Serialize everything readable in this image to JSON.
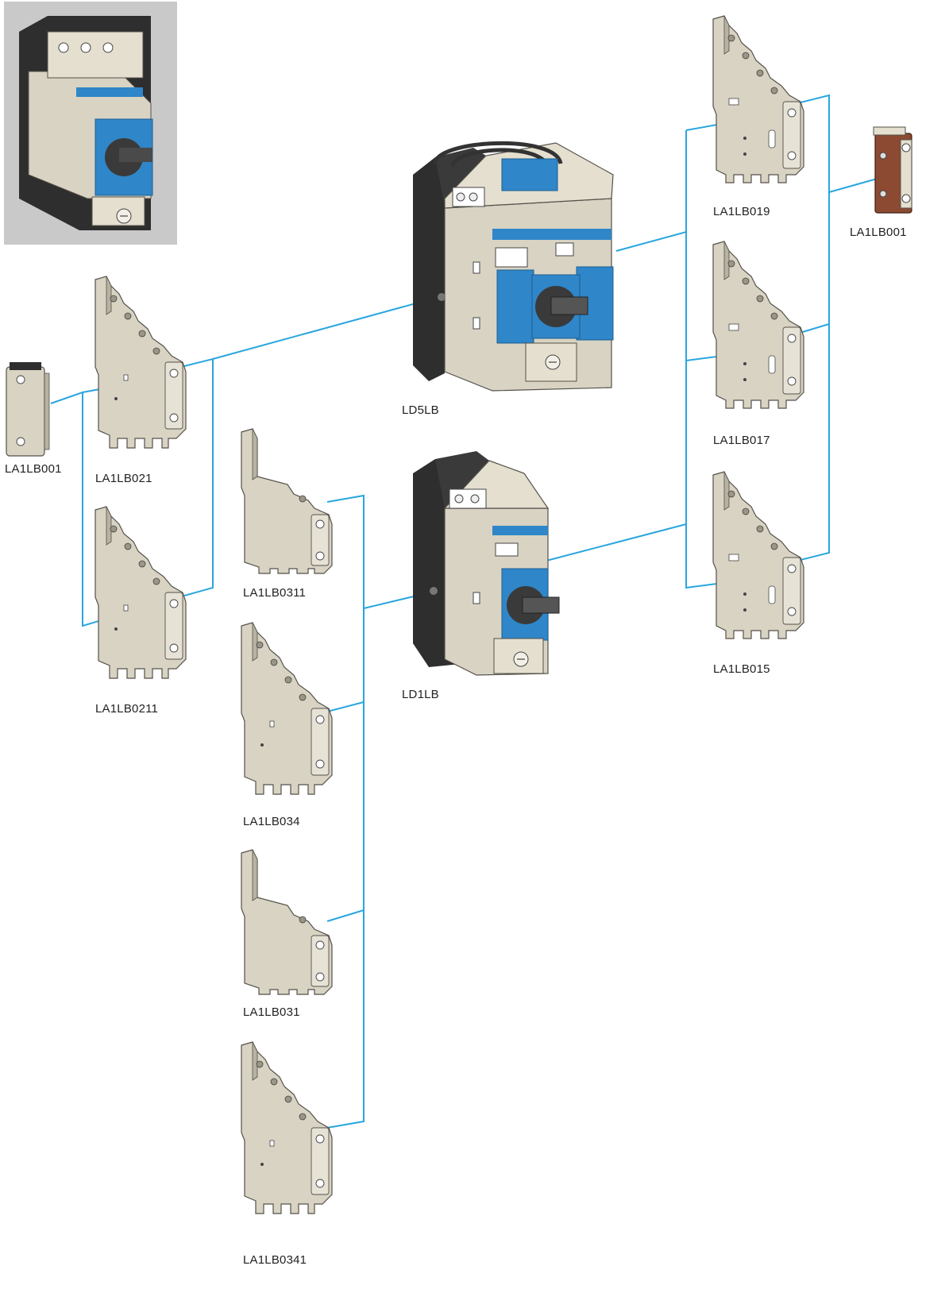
{
  "colors": {
    "connector": "#29a6de",
    "beige": "#d8d3c3",
    "beige_dark": "#b7b2a2",
    "blue": "#2f86c8",
    "black_body": "#2e2e2e",
    "brown_module": "#8c4a32",
    "thumbnail_bg": "#c9c9c9"
  },
  "thumbnail": {
    "icon": "starter-assembly-thumbnail"
  },
  "starters": [
    {
      "id": "ld5lb",
      "label": "LD5LB"
    },
    {
      "id": "ld1lb",
      "label": "LD1LB"
    }
  ],
  "left_group": {
    "auxiliary": {
      "label": "LA1LB001"
    },
    "modules": [
      {
        "label": "LA1LB021"
      },
      {
        "label": "LA1LB0211"
      }
    ]
  },
  "middle_group": {
    "modules": [
      {
        "label": "LA1LB0311"
      },
      {
        "label": "LA1LB034"
      },
      {
        "label": "LA1LB031"
      },
      {
        "label": "LA1LB0341"
      }
    ]
  },
  "right_group": {
    "modules": [
      {
        "label": "LA1LB019"
      },
      {
        "label": "LA1LB017"
      },
      {
        "label": "LA1LB015"
      }
    ],
    "auxiliary": {
      "label": "LA1LB001"
    }
  }
}
